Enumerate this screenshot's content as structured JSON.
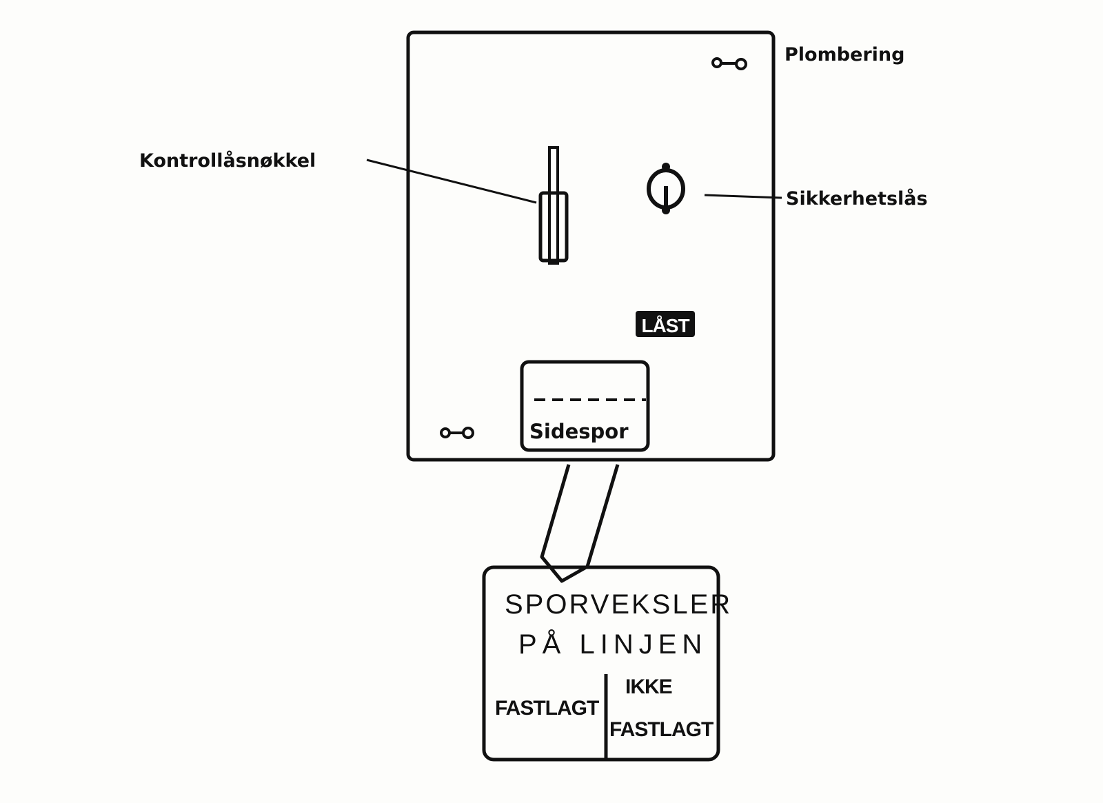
{
  "labels": {
    "plombering": "Plombering",
    "kontrollaasnokkel": "Kontrollåsnøkkel",
    "sikkerhetslaas": "Sikkerhetslås",
    "laast": "LÅST",
    "sidespor": "Sidespor"
  },
  "tag": {
    "line1": "SPORVEKSLER",
    "line2": "PÅ LINJEN",
    "left": "FASTLAGT",
    "right_line1": "IKKE",
    "right_line2": "FASTLAGT"
  },
  "colors": {
    "ink": "#111111",
    "paper": "#fdfdfb"
  }
}
